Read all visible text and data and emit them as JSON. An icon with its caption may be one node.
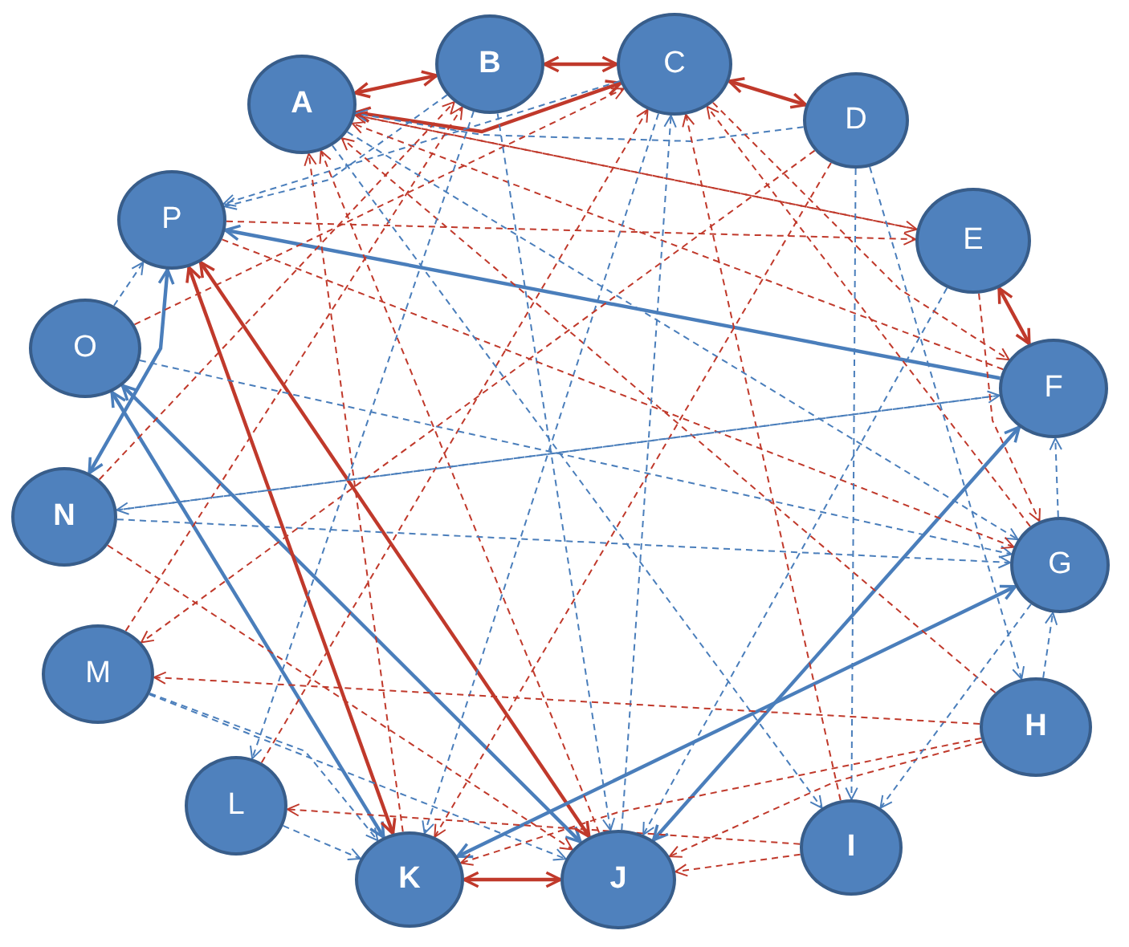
{
  "diagram": {
    "nodes": [
      {
        "text": [
          "A"
        ]
      },
      {
        "text": [
          "B"
        ]
      },
      {
        "text": [
          "C"
        ]
      },
      {
        "text": [
          "D"
        ]
      },
      {
        "text": [
          "E"
        ]
      },
      {
        "text": [
          "F"
        ]
      },
      {
        "text": [
          "G"
        ]
      },
      {
        "text": [
          "H"
        ]
      },
      {
        "text": [
          "I"
        ]
      },
      {
        "text": [
          "J"
        ]
      },
      {
        "text": [
          "K"
        ]
      },
      {
        "text": [
          "L"
        ]
      },
      {
        "text": [
          "M"
        ]
      },
      {
        "text": [
          "N"
        ]
      },
      {
        "text": [
          "O"
        ]
      },
      {
        "text": [
          "P"
        ]
      }
    ],
    "edges": [
      {
        "from": 0,
        "to": 1,
        "arrow": "both",
        "color": "#c0392b"
      },
      {
        "from": 0,
        "to": 2,
        "arrow": "both",
        "color": "#c0392b"
      },
      {
        "from": 1,
        "to": 2,
        "arrow": "both",
        "color": "#c0392b"
      },
      {
        "from": 2,
        "to": 3,
        "arrow": "both",
        "color": "#c0392b"
      },
      {
        "from": 4,
        "to": 5,
        "arrow": "both",
        "color": "#c0392b"
      },
      {
        "from": 5,
        "to": 15,
        "arrow": "to",
        "color": "#4a7ebb"
      },
      {
        "from": 15,
        "to": 13,
        "arrow": "both",
        "color": "#4a7ebb"
      },
      {
        "from": 14,
        "to": 10,
        "arrow": "both",
        "color": "#4a7ebb"
      },
      {
        "from": 14,
        "to": 9,
        "arrow": "both",
        "color": "#4a7ebb"
      },
      {
        "from": 15,
        "to": 10,
        "arrow": "both",
        "color": "#c0392b"
      },
      {
        "from": 15,
        "to": 9,
        "arrow": "both",
        "color": "#c0392b"
      },
      {
        "from": 5,
        "to": 9,
        "arrow": "both",
        "color": "#4a7ebb"
      },
      {
        "from": 6,
        "to": 10,
        "arrow": "both",
        "color": "#4a7ebb"
      },
      {
        "from": 10,
        "to": 9,
        "arrow": "both",
        "color": "#c0392b"
      },
      {
        "from": 2,
        "to": 15,
        "arrow": "to",
        "style": "dashed",
        "color": "#4a7ebb"
      },
      {
        "from": 1,
        "to": 15,
        "arrow": "to",
        "style": "dashed",
        "color": "#4a7ebb"
      },
      {
        "from": 3,
        "to": 0,
        "arrow": "to",
        "style": "dashed",
        "color": "#4a7ebb"
      },
      {
        "from": 4,
        "to": 0,
        "arrow": "to",
        "style": "dashed",
        "color": "#c0392b"
      },
      {
        "from": 5,
        "to": 0,
        "arrow": "to",
        "style": "dashed",
        "color": "#c0392b"
      },
      {
        "from": 7,
        "to": 0,
        "arrow": "to",
        "style": "dashed",
        "color": "#c0392b"
      },
      {
        "from": 10,
        "to": 0,
        "arrow": "to",
        "style": "dashed",
        "color": "#c0392b"
      },
      {
        "from": 9,
        "to": 0,
        "arrow": "to",
        "style": "dashed",
        "color": "#c0392b"
      },
      {
        "from": 12,
        "to": 1,
        "arrow": "to",
        "style": "dashed",
        "color": "#c0392b"
      },
      {
        "from": 13,
        "to": 1,
        "arrow": "to",
        "style": "dashed",
        "color": "#c0392b"
      },
      {
        "from": 14,
        "to": 2,
        "arrow": "to",
        "style": "dashed",
        "color": "#c0392b"
      },
      {
        "from": 8,
        "to": 2,
        "arrow": "to",
        "style": "dashed",
        "color": "#c0392b"
      },
      {
        "from": 9,
        "to": 2,
        "arrow": "to",
        "style": "dashed",
        "color": "#4a7ebb"
      },
      {
        "from": 6,
        "to": 2,
        "arrow": "to",
        "style": "dashed",
        "color": "#c0392b"
      },
      {
        "from": 11,
        "to": 2,
        "arrow": "to",
        "style": "dashed",
        "color": "#c0392b"
      },
      {
        "from": 15,
        "to": 4,
        "arrow": "to",
        "style": "dashed",
        "color": "#c0392b"
      },
      {
        "from": 0,
        "to": 4,
        "arrow": "to",
        "style": "dashed",
        "color": "#c0392b"
      },
      {
        "from": 13,
        "to": 6,
        "arrow": "to",
        "style": "dashed",
        "color": "#4a7ebb"
      },
      {
        "from": 12,
        "to": 9,
        "arrow": "to",
        "style": "dashed",
        "color": "#4a7ebb"
      },
      {
        "from": 0,
        "to": 6,
        "arrow": "to",
        "style": "dashed",
        "color": "#4a7ebb"
      },
      {
        "from": 1,
        "to": 9,
        "arrow": "to",
        "style": "dashed",
        "color": "#4a7ebb"
      },
      {
        "from": 2,
        "to": 10,
        "arrow": "to",
        "style": "dashed",
        "color": "#4a7ebb"
      },
      {
        "from": 3,
        "to": 10,
        "arrow": "to",
        "style": "dashed",
        "color": "#c0392b"
      },
      {
        "from": 4,
        "to": 9,
        "arrow": "to",
        "style": "dashed",
        "color": "#4a7ebb"
      },
      {
        "from": 7,
        "to": 10,
        "arrow": "to",
        "style": "dashed",
        "color": "#c0392b"
      },
      {
        "from": 8,
        "to": 9,
        "arrow": "to",
        "style": "dashed",
        "color": "#c0392b"
      },
      {
        "from": 6,
        "to": 8,
        "arrow": "to",
        "style": "dashed",
        "color": "#4a7ebb"
      },
      {
        "from": 3,
        "to": 7,
        "arrow": "to",
        "style": "dashed",
        "color": "#4a7ebb"
      },
      {
        "from": 2,
        "to": 5,
        "arrow": "to",
        "style": "dashed",
        "color": "#c0392b"
      },
      {
        "from": 14,
        "to": 15,
        "arrow": "to",
        "style": "dashed",
        "color": "#4a7ebb"
      },
      {
        "from": 11,
        "to": 10,
        "arrow": "to",
        "style": "dashed",
        "color": "#4a7ebb"
      },
      {
        "from": 12,
        "to": 10,
        "arrow": "to",
        "style": "dashed",
        "color": "#4a7ebb"
      },
      {
        "from": 13,
        "to": 5,
        "arrow": "to",
        "style": "dashed",
        "color": "#4a7ebb"
      },
      {
        "from": 14,
        "to": 6,
        "arrow": "to",
        "style": "dashed",
        "color": "#4a7ebb"
      },
      {
        "from": 15,
        "to": 6,
        "arrow": "to",
        "style": "dashed",
        "color": "#c0392b"
      },
      {
        "from": 0,
        "to": 8,
        "arrow": "to",
        "style": "dashed",
        "color": "#4a7ebb"
      },
      {
        "from": 6,
        "to": 5,
        "arrow": "to",
        "style": "dashed",
        "color": "#4a7ebb"
      },
      {
        "from": 7,
        "to": 6,
        "arrow": "to",
        "style": "dashed",
        "color": "#4a7ebb"
      },
      {
        "from": 4,
        "to": 6,
        "arrow": "to",
        "style": "dashed",
        "color": "#c0392b"
      },
      {
        "from": 3,
        "to": 8,
        "arrow": "to",
        "style": "dashed",
        "color": "#4a7ebb"
      },
      {
        "from": 13,
        "to": 9,
        "arrow": "to",
        "style": "dashed",
        "color": "#c0392b"
      },
      {
        "from": 3,
        "to": 12,
        "arrow": "to",
        "style": "dashed",
        "color": "#c0392b"
      },
      {
        "from": 7,
        "to": 12,
        "arrow": "to",
        "style": "dashed",
        "color": "#c0392b"
      },
      {
        "from": 8,
        "to": 11,
        "arrow": "to",
        "style": "dashed",
        "color": "#c0392b"
      },
      {
        "from": 5,
        "to": 13,
        "arrow": "to",
        "style": "dashed",
        "color": "#4a7ebb"
      },
      {
        "from": 1,
        "to": 11,
        "arrow": "to",
        "style": "dashed",
        "color": "#4a7ebb"
      },
      {
        "from": 7,
        "to": 9,
        "arrow": "to",
        "style": "dashed",
        "color": "#c0392b"
      }
    ]
  }
}
